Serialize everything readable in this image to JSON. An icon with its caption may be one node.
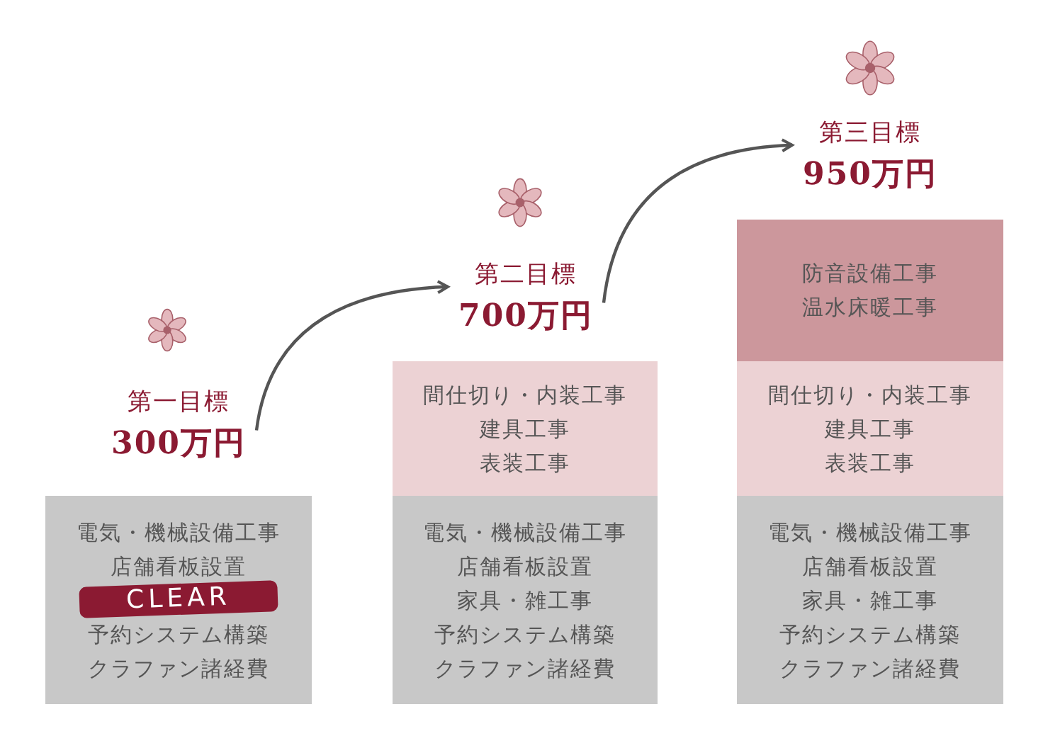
{
  "diagram": {
    "nodes": [
      {
        "text": [
          "第一目標",
          "300万円"
        ]
      },
      {
        "text": [
          "電気・機械設備工事",
          "店舗看板設置",
          "予約システム構築",
          "クラファン諸経費"
        ]
      },
      {
        "text": [
          "第二目標",
          "700万円"
        ]
      },
      {
        "text": [
          "間仕切り・内装工事",
          "建具工事",
          "表装工事"
        ]
      },
      {
        "text": [
          "電気・機械設備工事",
          "店舗看板設置",
          "家具・雑工事",
          "予約システム構築",
          "クラファン諸経費"
        ]
      },
      {
        "text": [
          "第三目標",
          "950万円"
        ]
      },
      {
        "text": [
          "防音設備工事",
          "温水床暖工事"
        ]
      },
      {
        "text": [
          "間仕切り・内装工事",
          "建具工事",
          "表装工事"
        ]
      },
      {
        "text": [
          "電気・機械設備工事",
          "店舗看板設置",
          "家具・雑工事",
          "予約システム構築",
          "クラファン諸経費"
        ]
      }
    ],
    "edges": [
      {
        "from": 0,
        "to": 2,
        "arrow": "to"
      },
      {
        "from": 2,
        "to": 5,
        "arrow": "to"
      }
    ],
    "labels": [
      "CLEAR"
    ]
  }
}
